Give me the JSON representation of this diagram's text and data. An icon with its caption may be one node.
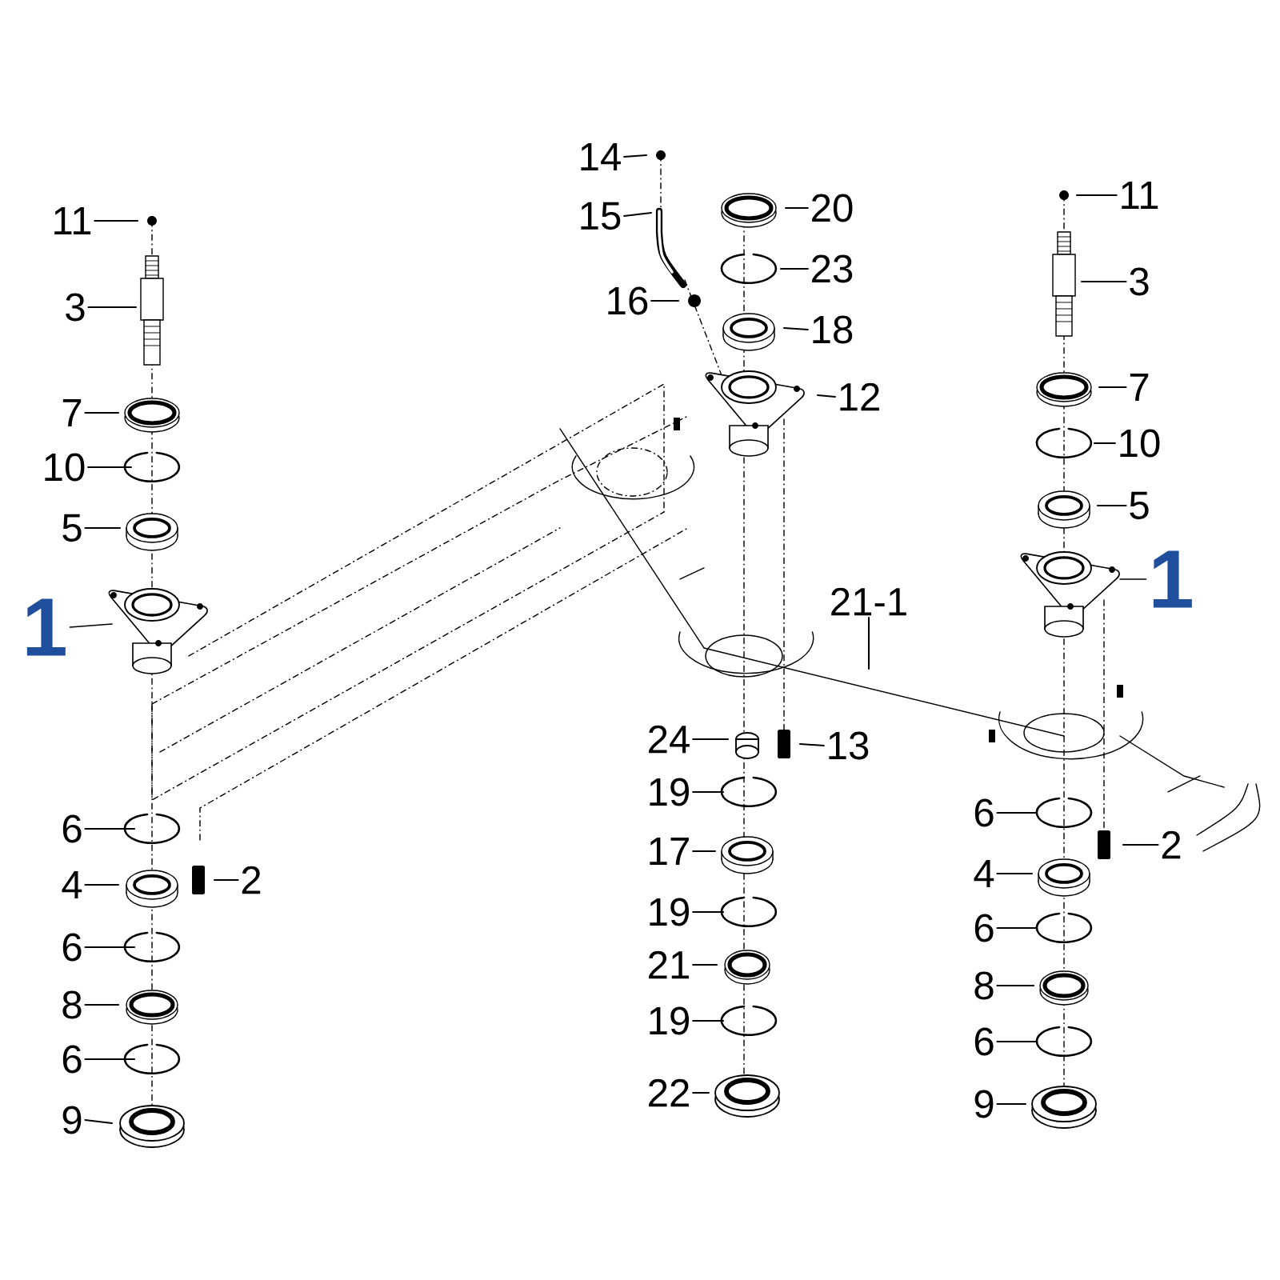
{
  "diagram": {
    "nodes": [
      {
        "text": [
          "11"
        ]
      },
      {
        "text": [
          "3"
        ]
      },
      {
        "text": [
          "7"
        ]
      },
      {
        "text": [
          "10"
        ]
      },
      {
        "text": [
          "5"
        ]
      },
      {
        "text": [
          "1"
        ]
      },
      {
        "text": [
          "6"
        ]
      },
      {
        "text": [
          "4"
        ]
      },
      {
        "text": [
          "2"
        ]
      },
      {
        "text": [
          "6"
        ]
      },
      {
        "text": [
          "8"
        ]
      },
      {
        "text": [
          "6"
        ]
      },
      {
        "text": [
          "9"
        ]
      },
      {
        "text": [
          "14"
        ]
      },
      {
        "text": [
          "15"
        ]
      },
      {
        "text": [
          "16"
        ]
      },
      {
        "text": [
          "20"
        ]
      },
      {
        "text": [
          "23"
        ]
      },
      {
        "text": [
          "18"
        ]
      },
      {
        "text": [
          "12"
        ]
      },
      {
        "text": [
          "21-1"
        ]
      },
      {
        "text": [
          "24"
        ]
      },
      {
        "text": [
          "13"
        ]
      },
      {
        "text": [
          "19"
        ]
      },
      {
        "text": [
          "17"
        ]
      },
      {
        "text": [
          "19"
        ]
      },
      {
        "text": [
          "21"
        ]
      },
      {
        "text": [
          "19"
        ]
      },
      {
        "text": [
          "22"
        ]
      },
      {
        "text": [
          "11"
        ]
      },
      {
        "text": [
          "3"
        ]
      },
      {
        "text": [
          "7"
        ]
      },
      {
        "text": [
          "10"
        ]
      },
      {
        "text": [
          "5"
        ]
      },
      {
        "text": [
          "1"
        ]
      },
      {
        "text": [
          "6"
        ]
      },
      {
        "text": [
          "2"
        ]
      },
      {
        "text": [
          "4"
        ]
      },
      {
        "text": [
          "6"
        ]
      },
      {
        "text": [
          "8"
        ]
      },
      {
        "text": [
          "6"
        ]
      },
      {
        "text": [
          "9"
        ]
      }
    ],
    "edges": [
      {
        "from": 0,
        "to": null,
        "arrow": "none"
      },
      {
        "from": 1,
        "to": null,
        "arrow": "none"
      },
      {
        "from": 2,
        "to": null,
        "arrow": "none"
      },
      {
        "from": 3,
        "to": null,
        "arrow": "none"
      },
      {
        "from": 4,
        "to": null,
        "arrow": "none"
      },
      {
        "from": 5,
        "to": null,
        "arrow": "none"
      },
      {
        "from": 6,
        "to": null,
        "arrow": "none"
      },
      {
        "from": 7,
        "to": null,
        "arrow": "none"
      },
      {
        "from": 8,
        "to": null,
        "arrow": "none"
      },
      {
        "from": 9,
        "to": null,
        "arrow": "none"
      },
      {
        "from": 10,
        "to": null,
        "arrow": "none"
      },
      {
        "from": 11,
        "to": null,
        "arrow": "none"
      },
      {
        "from": 12,
        "to": null,
        "arrow": "none"
      },
      {
        "from": 13,
        "to": null,
        "arrow": "none"
      },
      {
        "from": 14,
        "to": null,
        "arrow": "none"
      },
      {
        "from": 15,
        "to": null,
        "arrow": "none"
      },
      {
        "from": 16,
        "to": null,
        "arrow": "none"
      },
      {
        "from": 17,
        "to": null,
        "arrow": "none"
      },
      {
        "from": 18,
        "to": null,
        "arrow": "none"
      },
      {
        "from": 19,
        "to": null,
        "arrow": "none"
      },
      {
        "from": 20,
        "to": null,
        "arrow": "none"
      },
      {
        "from": 21,
        "to": null,
        "arrow": "none"
      },
      {
        "from": 22,
        "to": null,
        "arrow": "none"
      },
      {
        "from": 23,
        "to": null,
        "arrow": "none"
      },
      {
        "from": 24,
        "to": null,
        "arrow": "none"
      },
      {
        "from": 25,
        "to": null,
        "arrow": "none"
      },
      {
        "from": 26,
        "to": null,
        "arrow": "none"
      },
      {
        "from": 27,
        "to": null,
        "arrow": "none"
      },
      {
        "from": 28,
        "to": null,
        "arrow": "none"
      },
      {
        "from": 29,
        "to": null,
        "arrow": "none"
      },
      {
        "from": 30,
        "to": null,
        "arrow": "none"
      },
      {
        "from": 31,
        "to": null,
        "arrow": "none"
      },
      {
        "from": 32,
        "to": null,
        "arrow": "none"
      },
      {
        "from": 33,
        "to": null,
        "arrow": "none"
      },
      {
        "from": 34,
        "to": null,
        "arrow": "none"
      },
      {
        "from": 35,
        "to": null,
        "arrow": "none"
      },
      {
        "from": 36,
        "to": null,
        "arrow": "none"
      },
      {
        "from": 37,
        "to": null,
        "arrow": "none"
      },
      {
        "from": 38,
        "to": null,
        "arrow": "none"
      },
      {
        "from": 39,
        "to": null,
        "arrow": "none"
      },
      {
        "from": 40,
        "to": null,
        "arrow": "none"
      },
      {
        "from": 41,
        "to": null,
        "arrow": "none"
      }
    ]
  }
}
